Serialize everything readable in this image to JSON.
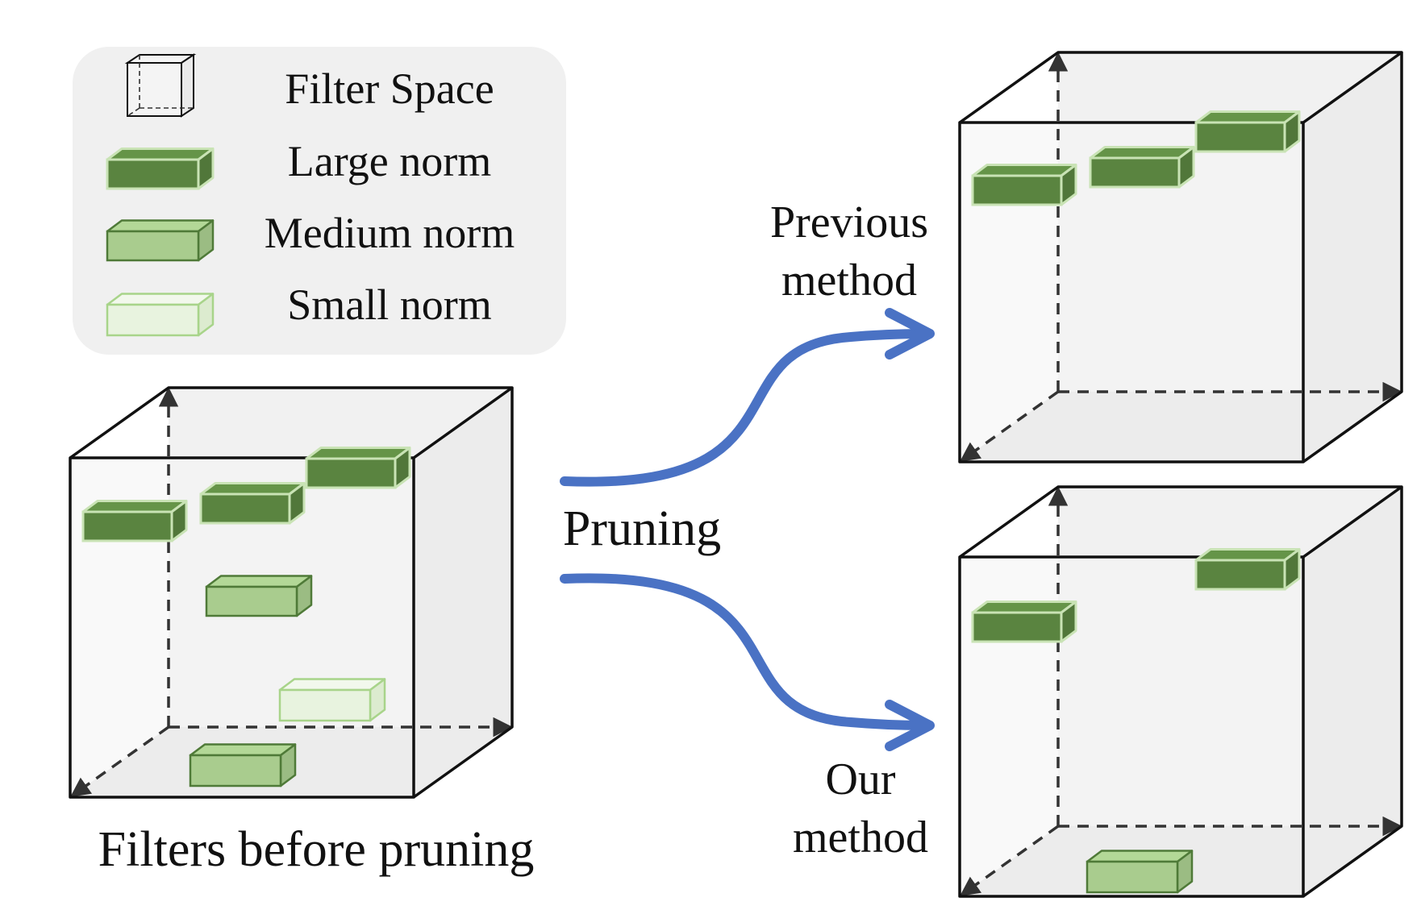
{
  "legend": {
    "items": [
      {
        "kind": "filter-space",
        "label": "Filter Space"
      },
      {
        "kind": "large",
        "label": "Large norm"
      },
      {
        "kind": "medium",
        "label": "Medium norm"
      },
      {
        "kind": "small",
        "label": "Small norm"
      }
    ]
  },
  "labels": {
    "before": "Filters before pruning",
    "pruning": "Pruning",
    "previous_line1": "Previous",
    "previous_line2": "method",
    "ours_line1": "Our",
    "ours_line2": "method"
  },
  "colors": {
    "large": "#5a8440",
    "medium": "#a9cc8e",
    "small": "#e8f3df",
    "arrow": "#4a72c4",
    "legend_bg": "#f0f0f0",
    "cube_face": "#f1f1f1",
    "cube_floor": "#e3e3e3"
  },
  "cubes": {
    "before": {
      "filters": [
        "large",
        "large",
        "large",
        "medium",
        "small",
        "medium"
      ]
    },
    "previous": {
      "filters": [
        "large",
        "large",
        "large"
      ]
    },
    "ours": {
      "filters": [
        "large",
        "large",
        "medium"
      ]
    }
  }
}
